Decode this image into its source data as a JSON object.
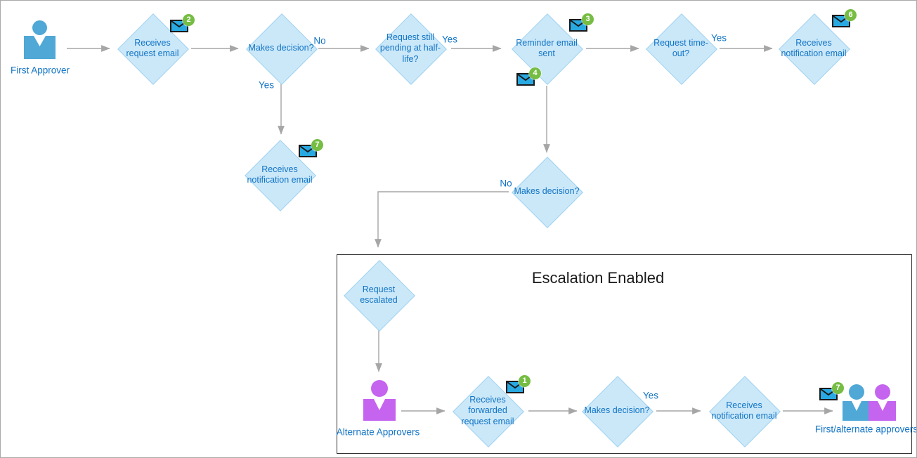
{
  "escalation": {
    "title": "Escalation Enabled"
  },
  "actors": {
    "first_approver": "First Approver",
    "alternate_approvers": "Alternate Approvers",
    "first_alternate_approvers": "First/alternate approvers"
  },
  "nodes": {
    "receives_request_email": "Receives request email",
    "makes_decision_first": "Makes decision?",
    "request_still_pending": "Request still pending at half-life?",
    "reminder_email_sent": "Reminder email sent",
    "request_time_out": "Request time-out?",
    "receives_notification_email_timeout": "Receives notification email",
    "receives_notification_email_approved": "Receives notification email",
    "makes_decision_second": "Makes decision?",
    "request_escalated": "Request escalated",
    "receives_forwarded_request_email": "Receives forwarded request email",
    "makes_decision_alternate": "Makes decision?",
    "receives_notification_email_alternate": "Receives notification email"
  },
  "edge_labels": {
    "decision1_no": "No",
    "decision1_yes": "Yes",
    "half_life_yes": "Yes",
    "time_out_yes": "Yes",
    "decision2_no": "No",
    "decision3_yes": "Yes"
  },
  "badges": {
    "request_email": "2",
    "reminder_sent": "3",
    "reminder_followup": "4",
    "timeout_notification": "6",
    "approved_notification": "7",
    "forwarded_request": "1",
    "alternate_notification": "7"
  },
  "colors": {
    "diamond_fill": "#cbe8f9",
    "diamond_border": "#9fd2f0",
    "text_blue": "#1274c5",
    "arrow_gray": "#a6a6a6",
    "person_blue": "#4fa8d5",
    "person_purple": "#c564ef",
    "envelope_blue": "#29a9e1",
    "badge_green": "#76bd43",
    "title_black": "#1a1a1a"
  }
}
